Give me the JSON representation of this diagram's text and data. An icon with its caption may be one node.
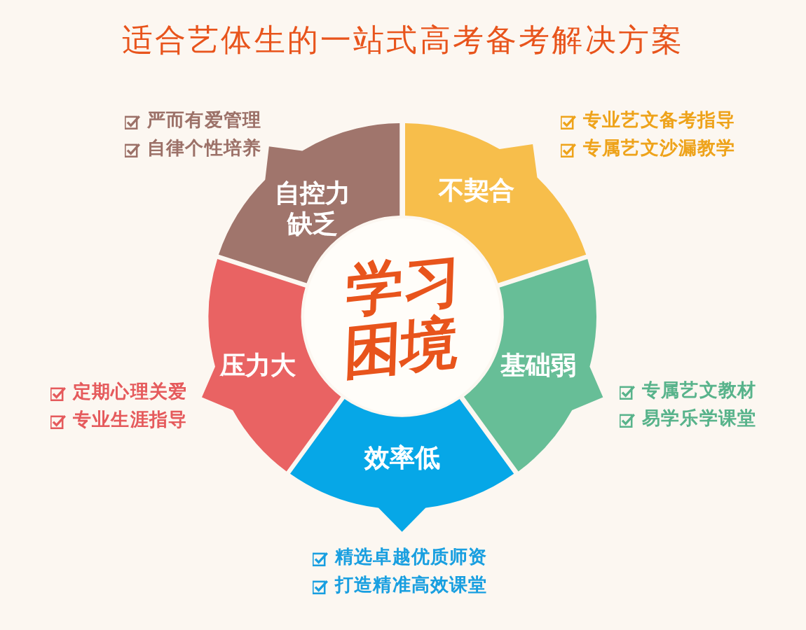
{
  "diagram": {
    "title": "适合艺体生的一站式高考备考解决方案",
    "nodes": [
      {
        "text": [
          "自控力缺乏"
        ],
        "beside": [
          "严而有爱管理",
          "自律个性培养"
        ]
      },
      {
        "text": [
          "不契合"
        ],
        "beside": [
          "专业艺文备考指导",
          "专属艺文沙漏教学"
        ]
      },
      {
        "text": [
          "学习困境"
        ]
      },
      {
        "text": [
          "压力大"
        ],
        "beside": [
          "定期心理关爱",
          "专业生涯指导"
        ]
      },
      {
        "text": [
          "基础弱"
        ],
        "beside": [
          "专属艺文教材",
          "易学乐学课堂"
        ]
      },
      {
        "text": [
          "效率低"
        ],
        "beside": [
          "精选卓越优质师资",
          "打造精准高效课堂"
        ]
      }
    ]
  }
}
